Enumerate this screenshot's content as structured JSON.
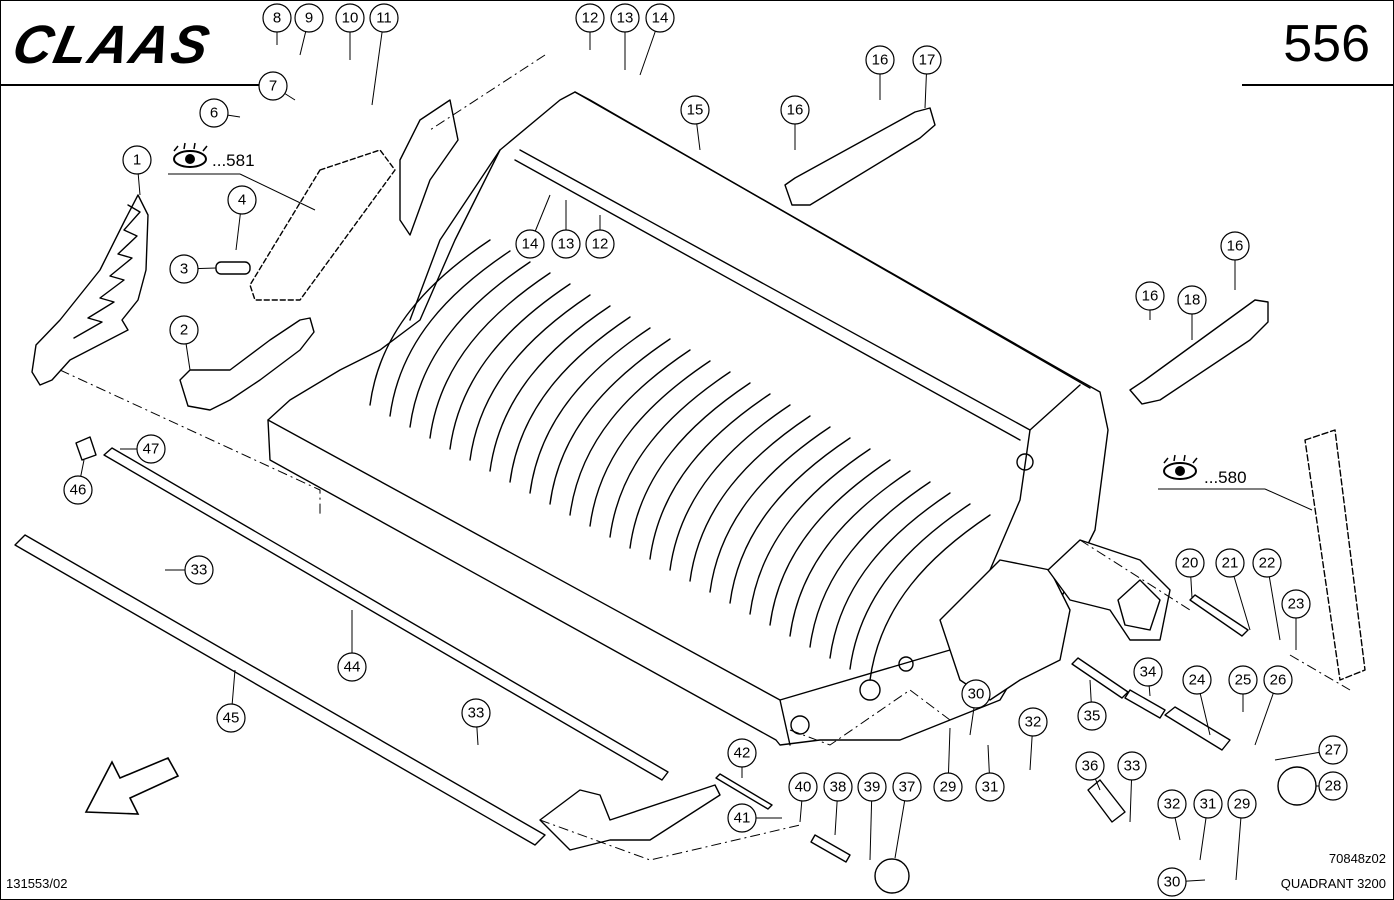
{
  "header": {
    "brand": "CLAAS",
    "page_number": "556"
  },
  "footer": {
    "doc_code": "131553/02",
    "drawing_code": "70848z02",
    "model": "QUADRANT 3200"
  },
  "references": [
    {
      "text": "...581",
      "icon": "eye-icon"
    },
    {
      "text": "...580",
      "icon": "eye-icon"
    }
  ],
  "direction_icon": "arrow-down-left-icon",
  "callouts": [
    "1",
    "2",
    "3",
    "4",
    "6",
    "7",
    "8",
    "9",
    "10",
    "11",
    "12",
    "13",
    "14",
    "15",
    "16",
    "17",
    "18",
    "20",
    "21",
    "22",
    "23",
    "24",
    "25",
    "26",
    "27",
    "28",
    "29",
    "30",
    "31",
    "32",
    "33",
    "34",
    "35",
    "36",
    "37",
    "38",
    "39",
    "40",
    "41",
    "42",
    "44",
    "45",
    "46",
    "47"
  ]
}
